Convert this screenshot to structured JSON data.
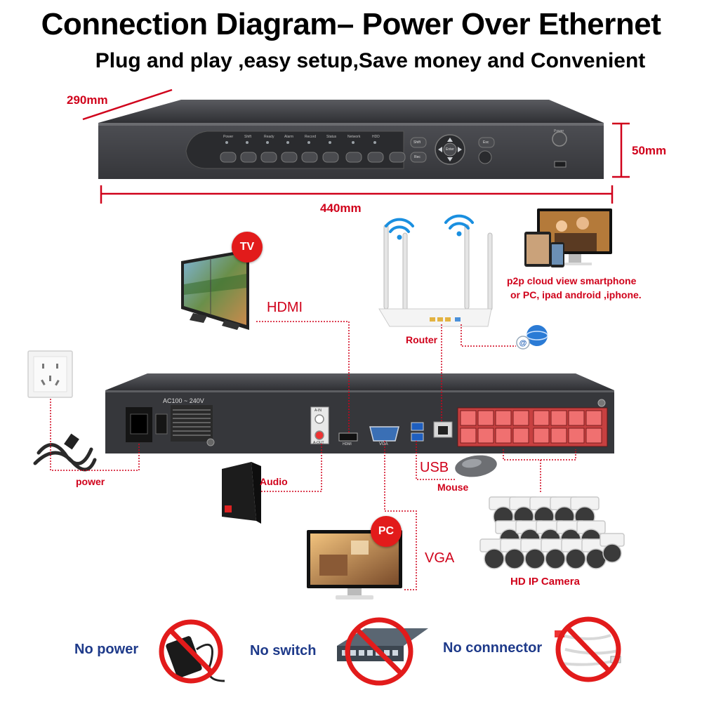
{
  "header": {
    "title": "Connection Diagram– Power Over Ethernet",
    "subtitle": "Plug and play ,easy setup,Save money and Convenient"
  },
  "dimensions": {
    "depth": "290mm",
    "height": "50mm",
    "width": "440mm"
  },
  "front_panel": {
    "indicators": [
      "Power",
      "Shift",
      "Ready",
      "Alarm",
      "Record",
      "Status",
      "Network",
      "HDD"
    ],
    "keys": [
      "Shift",
      "Esc",
      "Rec",
      "Enter",
      "Power"
    ]
  },
  "rear_panel": {
    "power_rating": "AC100 ~ 240V",
    "audio_in": "A-IN",
    "audio_out": "A-OUT",
    "hdmi_port": "HDMI",
    "vga_port": "VGA"
  },
  "connections": {
    "tv_badge": "TV",
    "hdmi": "HDMI",
    "router": "Router",
    "cloud_line1": "p2p cloud  view smartphone",
    "cloud_line2": "or PC, ipad android ,iphone.",
    "power": "power",
    "audio": "Audio",
    "usb": "USB",
    "mouse": "Mouse",
    "pc_badge": "PC",
    "vga": "VGA",
    "camera": "HD IP Camera"
  },
  "not_needed": {
    "no_power": "No power",
    "no_switch": "No switch",
    "no_connector": "No connnector"
  },
  "colors": {
    "accent_red": "#d0021b",
    "navy": "#1e3a8a",
    "device_gray": "#3d3e42"
  }
}
